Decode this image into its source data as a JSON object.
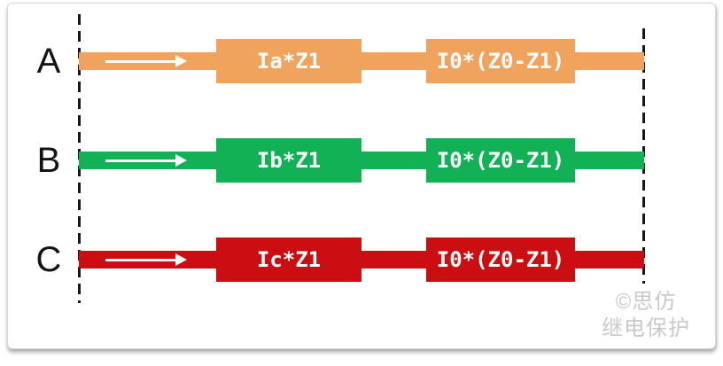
{
  "diagram": {
    "arrow_color": "#ffffff",
    "bus_line_color": "#161616",
    "box_text_color": "#ffffff",
    "phase_rows": [
      {
        "label": "A",
        "color": "#F0A35D",
        "series_impedance_label": "Ia*Z1",
        "zero_sequence_label": "I0*(Z0-Z1)"
      },
      {
        "label": "B",
        "color": "#12B155",
        "series_impedance_label": "Ib*Z1",
        "zero_sequence_label": "I0*(Z0-Z1)"
      },
      {
        "label": "C",
        "color": "#CB0E11",
        "series_impedance_label": "Ic*Z1",
        "zero_sequence_label": "I0*(Z0-Z1)"
      }
    ],
    "watermark": {
      "line1": "©思仿",
      "line2": "继电保护",
      "color": "#C9C9C9"
    }
  }
}
